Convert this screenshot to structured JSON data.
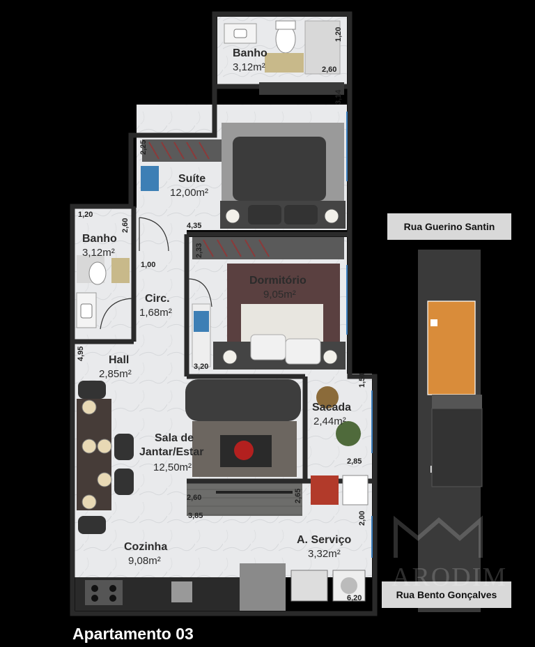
{
  "title": "Apartamento 03",
  "rooms": {
    "banho_top": {
      "label": "Banho",
      "area": "3,12m²"
    },
    "suite": {
      "label": "Suíte",
      "area": "12,00m²"
    },
    "banho_left": {
      "label": "Banho",
      "area": "3,12m²"
    },
    "dormitorio": {
      "label": "Dormitório",
      "area": "9,05m²"
    },
    "circ": {
      "label": "Circ.",
      "area": "1,68m²"
    },
    "hall": {
      "label": "Hall",
      "area": "2,85m²"
    },
    "sacada": {
      "label": "Sacada",
      "area": "2,44m²"
    },
    "sala": {
      "label_1": "Sala de",
      "label_2": "Jantar/Estar",
      "area": "12,50m²"
    },
    "cozinha": {
      "label": "Cozinha",
      "area": "9,08m²"
    },
    "servico": {
      "label": "A. Serviço",
      "area": "3,32m²"
    }
  },
  "dimensions": {
    "d1": "1,20",
    "d2": "2,60",
    "d3": "3,14",
    "d4": "2,25",
    "d5": "4,35",
    "d6": "1,20",
    "d7": "2,60",
    "d8": "2,33",
    "d9": "1,00",
    "d10": "4,95",
    "d11": "3,20",
    "d12": "1,50",
    "d13": "2,85",
    "d14": "2,65",
    "d15": "2,60",
    "d16": "3,85",
    "d17": "2,00",
    "d18": "6,20"
  },
  "location_map": {
    "street_top": "Rua Guerino Santin",
    "street_bottom": "Rua Bento Gonçalves",
    "colors": {
      "highlight": "#d98c3a",
      "blocks": "#3a3a3a",
      "road": "#d9d9d9"
    }
  },
  "watermark": "ARODIM"
}
